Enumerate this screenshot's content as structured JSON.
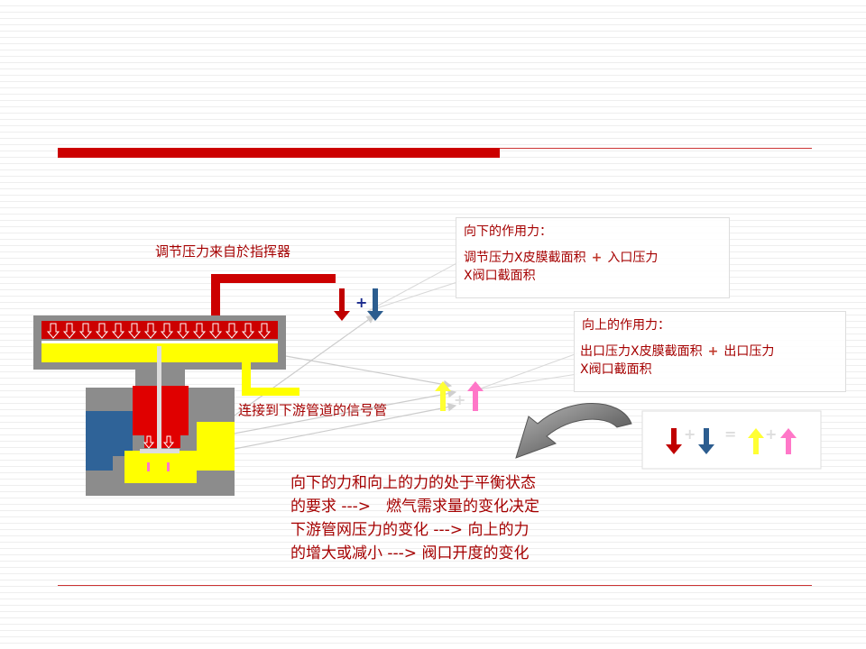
{
  "labels": {
    "pressure_source": "调节压力来自於指挥器",
    "signal_pipe": "连接到下游管道的信号管"
  },
  "downward_box": {
    "title": "向下的作用力：",
    "line1_a": "调节压力X皮膜截面积",
    "line1_plus": "+",
    "line1_b": "入口压力",
    "line2": "X阀口截面积"
  },
  "upward_box": {
    "title": "向上的作用力：",
    "line1_a": "出口压力X皮膜截面积",
    "line1_plus": "+",
    "line1_b": "出口压力",
    "line2": "X阀口截面积"
  },
  "arrow_ops": {
    "top_plus": "+",
    "mid_plus": "+",
    "eq_plus1": "+",
    "eq_equals": "=",
    "eq_plus2": "+"
  },
  "paragraph": [
    "向下的力和向上的力的处于平衡状态",
    "的要求 --->　燃气需求量的变化决定",
    "下游管网压力的变化 ---> 向上的力",
    "的增大或减小 ---> 阀口开度的变化"
  ],
  "colors": {
    "accent_red": "#cc0000",
    "text_red": "#a50000",
    "valve_gray": "#8c8c8c",
    "pressure_red": "#e00000",
    "outlet_yellow": "#ffff00",
    "inlet_blue": "#2f6398",
    "arrow_dark_red": "#c00000",
    "arrow_blue": "#2c5d8f",
    "arrow_yellow": "#ffff33",
    "arrow_pink": "#ff77c8"
  }
}
